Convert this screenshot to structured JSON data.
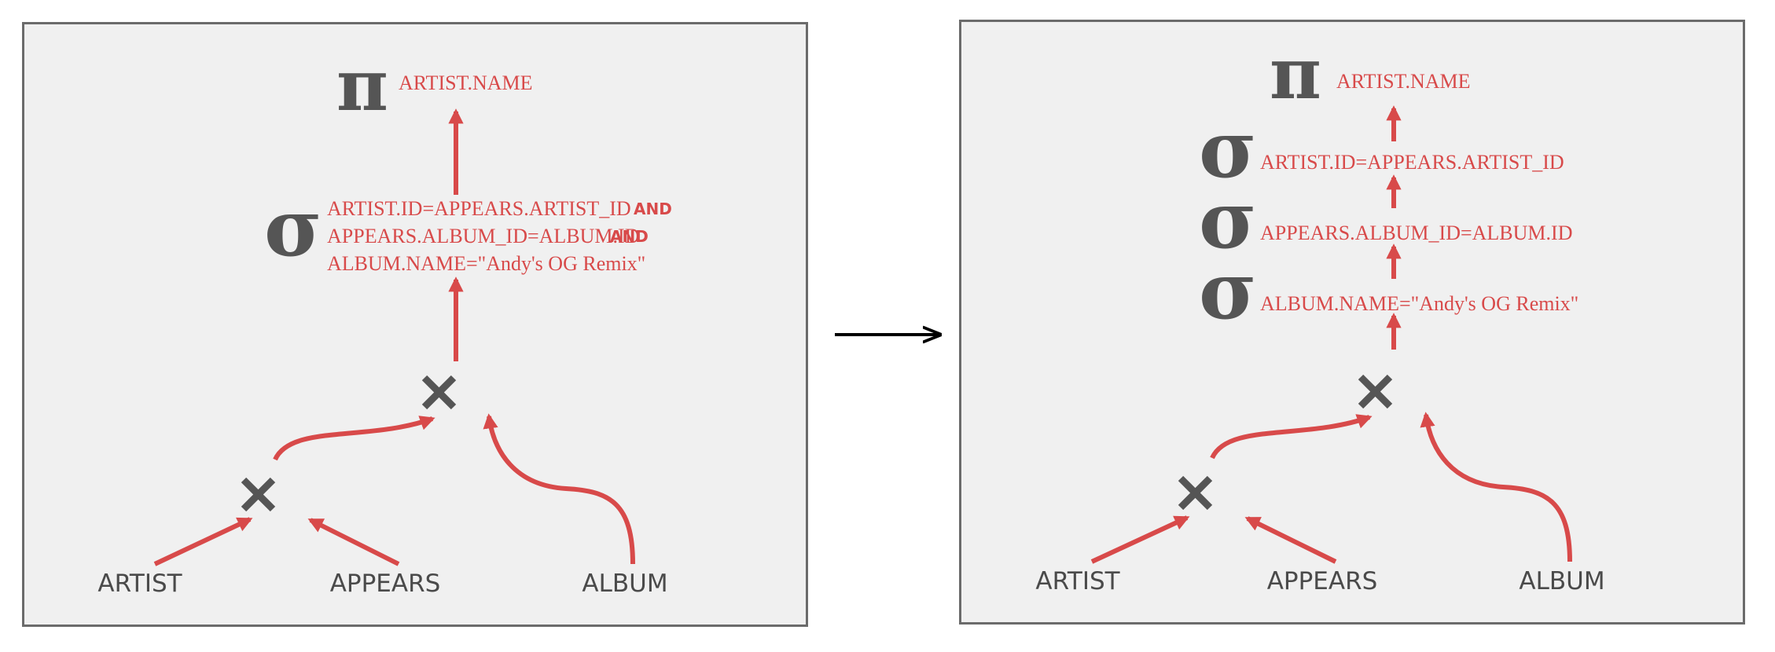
{
  "colors": {
    "accent": "#d84a4a",
    "operator": "#555555",
    "panel": "#f0f0f0",
    "border": "#6b6b6b"
  },
  "symbols": {
    "projection": "π",
    "selection": "σ",
    "cross_product": "×"
  },
  "left": {
    "projection_attr": "ARTIST.NAME",
    "selection_lines": [
      "ARTIST.ID=APPEARS.ARTIST_ID",
      "APPEARS.ALBUM_ID=ALBUM.ID",
      "ALBUM.NAME=\"Andy's OG Remix\""
    ],
    "and_keyword": "AND",
    "relations": [
      "ARTIST",
      "APPEARS",
      "ALBUM"
    ]
  },
  "right": {
    "projection_attr": "ARTIST.NAME",
    "selections": [
      "ARTIST.ID=APPEARS.ARTIST_ID",
      "APPEARS.ALBUM_ID=ALBUM.ID",
      "ALBUM.NAME=\"Andy's OG Remix\""
    ],
    "relations": [
      "ARTIST",
      "APPEARS",
      "ALBUM"
    ]
  }
}
